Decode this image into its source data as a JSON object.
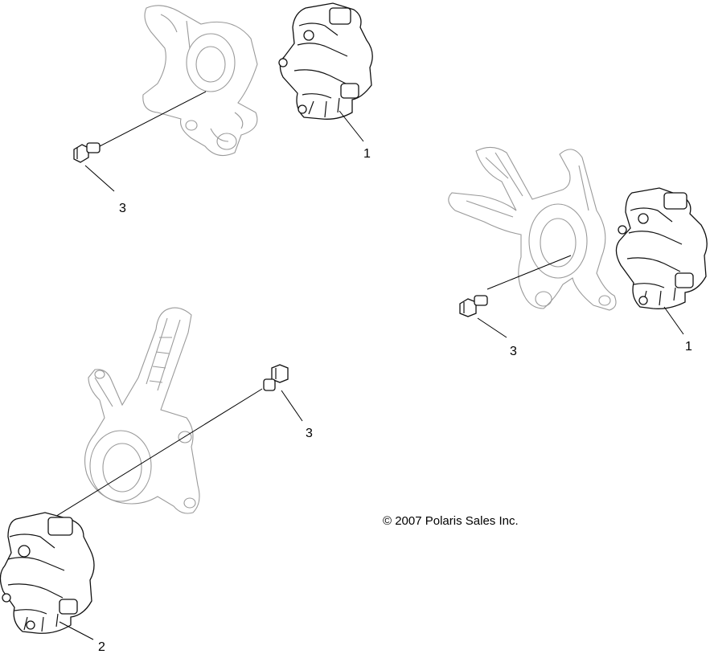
{
  "callouts": {
    "top_caliper": "1",
    "top_bolt": "3",
    "right_caliper": "1",
    "right_bolt": "3",
    "bottom_bolt": "3",
    "bottom_caliper": "2"
  },
  "copyright": "© 2007 Polaris Sales Inc.",
  "colors": {
    "ghost_line": "#9a9a9a",
    "part_line": "#111111",
    "background": "#ffffff"
  }
}
